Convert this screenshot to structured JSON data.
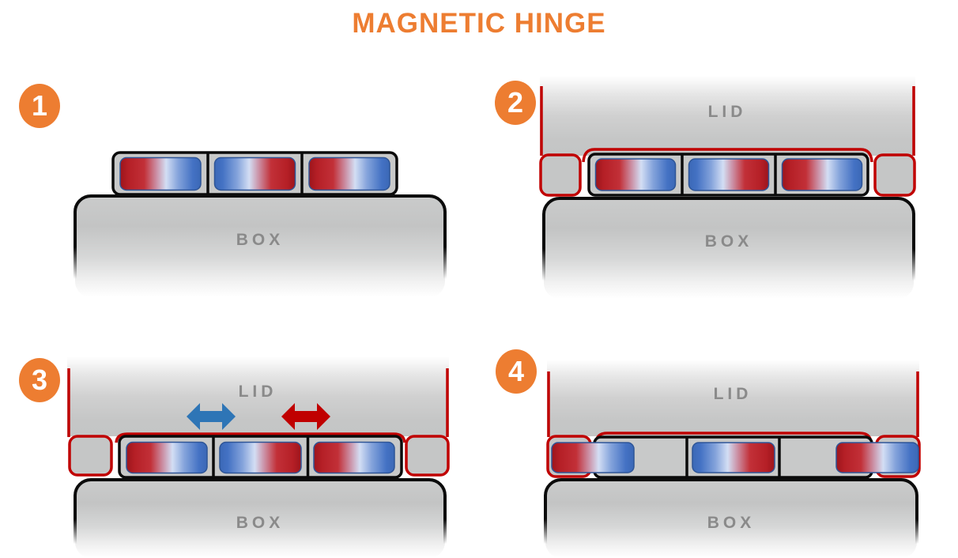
{
  "title": {
    "text": "MAGNETIC HINGE"
  },
  "colors": {
    "accent_orange": "#ED7D31",
    "outline_red": "#C00000",
    "outline_black": "#0B0B0B",
    "arrow_blue": "#2E75B6",
    "arrow_red": "#C00000",
    "magnet_red": "#B51F26",
    "magnet_red_deep": "#9C151C",
    "magnet_blue": "#4472C4",
    "magnet_blue_deep": "#3B68B6",
    "magnet_pale": "#D3DEF4",
    "magnet_border": "#2E5597",
    "body_gray": "#C5C6C6",
    "tray_gray": "#C8C9C9",
    "label_gray": "#8A8A8A",
    "background": "#FFFFFF"
  },
  "panels": [
    {
      "number": "1",
      "box_label": "BOX",
      "magnets": [
        "red-blue",
        "blue-red",
        "red-blue"
      ]
    },
    {
      "number": "2",
      "lid_label": "LID",
      "box_label": "BOX",
      "magnets": [
        "red-blue",
        "blue-red",
        "red-blue"
      ]
    },
    {
      "number": "3",
      "lid_label": "LID",
      "box_label": "BOX",
      "magnets": [
        "red-blue",
        "blue-red",
        "red-blue"
      ],
      "arrows": [
        {
          "icon": "blue-double-arrow",
          "direction": "horizontal"
        },
        {
          "icon": "red-double-arrow",
          "direction": "horizontal"
        }
      ]
    },
    {
      "number": "4",
      "lid_label": "LID",
      "box_label": "BOX",
      "magnets": [
        "red-blue",
        "blue-red",
        "red-blue"
      ]
    }
  ]
}
